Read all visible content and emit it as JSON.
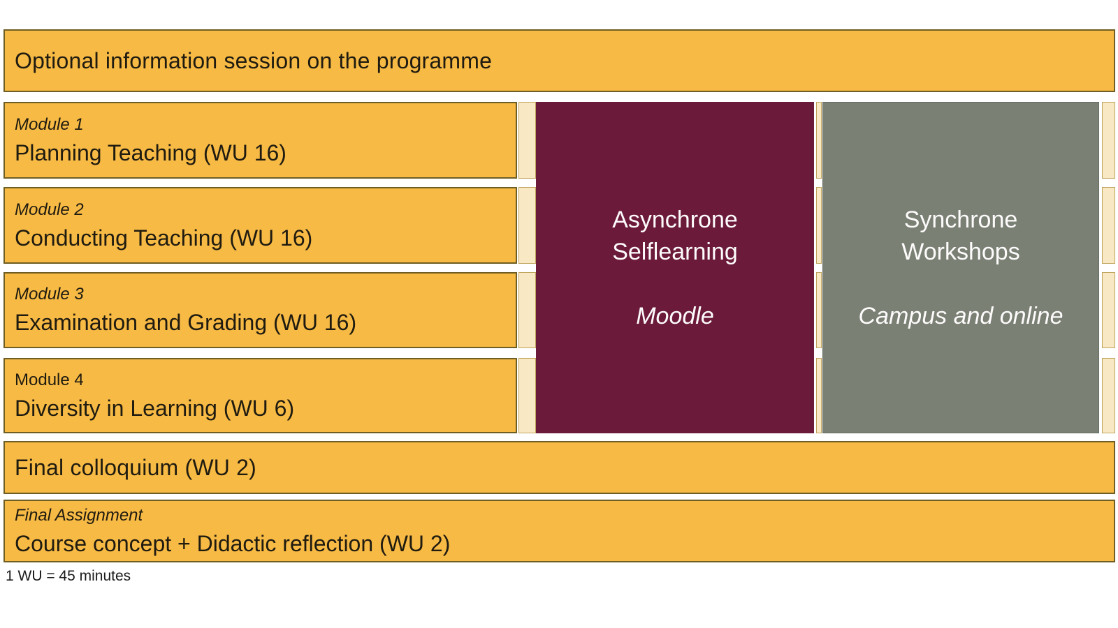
{
  "colors": {
    "orange_fill": "#F7BA45",
    "box_border": "#6E5E23",
    "cream_strip": "#F9E8C4",
    "maroon_fill": "#6B1A3A",
    "gray_fill": "#7A8074",
    "dark_text": "#1F1B10",
    "light_text": "#FDFBFB",
    "background": "#FFFFFF"
  },
  "top_bar": {
    "label": "Optional information session on the programme"
  },
  "modules": [
    {
      "label": "Module 1",
      "label_italic": true,
      "title": "Planning Teaching (WU 16)"
    },
    {
      "label": "Module 2",
      "label_italic": true,
      "title": "Conducting Teaching (WU 16)"
    },
    {
      "label": "Module 3",
      "label_italic": true,
      "title": "Examination and Grading (WU 16)"
    },
    {
      "label": "Module 4",
      "label_italic": false,
      "title": "Diversity in Learning (WU 6)"
    }
  ],
  "async_column": {
    "line1": "Asynchrone",
    "line2": "Selflearning",
    "platform": "Moodle"
  },
  "sync_column": {
    "line1": "Synchrone",
    "line2": "Workshops",
    "platform": "Campus and online"
  },
  "final_colloquium": {
    "title": "Final colloquium (WU 2)"
  },
  "final_assignment": {
    "label": "Final Assignment",
    "label_italic": true,
    "title": "Course concept + Didactic reflection (WU 2)"
  },
  "footnote": "1 WU = 45 minutes"
}
